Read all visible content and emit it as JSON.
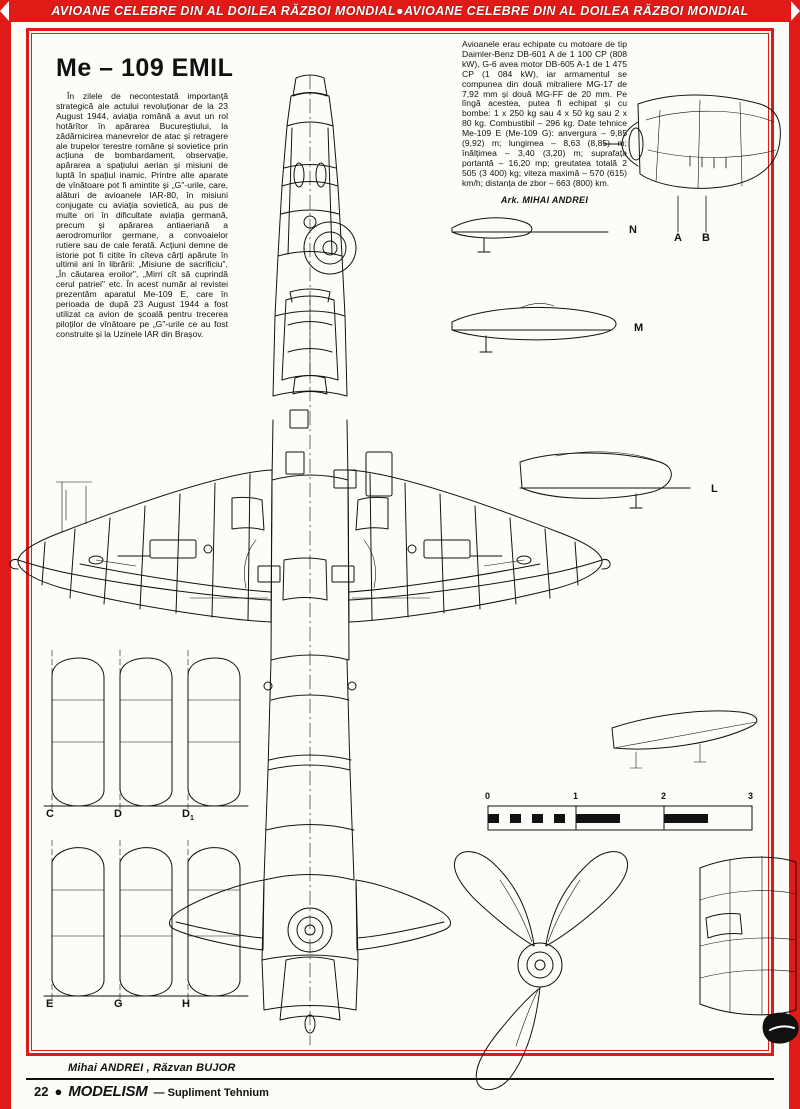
{
  "banner": {
    "text": "AVIOANE CELEBRE DIN AL DOILEA RĂZBOI MONDIAL●AVIOANE CELEBRE DIN AL DOILEA RĂZBOI MONDIAL",
    "color": "#e01b17"
  },
  "article": {
    "title": "Me – 109 EMIL",
    "left_column": "În zilele de necontestată importanță strategică ale actului revoluționar de la 23 August 1944, aviația română a avut un rol hotărîtor în apărarea Bucureștiului, la zădărnicirea manevrelor de atac și retragere ale trupelor terestre române și sovietice prin acțiuna de bombardament, observație, apărarea a spațiului aerian și misiuni de luptă în spațiul inamic. Printre alte aparate de vînătoare pot fi amintite și „G\"-urile, care, alături de avioanele IAR-80, în misiuni conjugate cu aviația sovietică, au pus de multe ori în dificultate aviația germană, precum și apărarea antiaeriană a aerodromurilor germane, a convoaielor rutiere sau de cale ferată. Acțiuni demne de istorie pot fi citite în cîteva cărți apărute în ultimii ani în librării: „Misiune de sacrificiu\", „În căutarea eroilor\", „Mirri cît să cuprindă cerul patriei\" etc. În acest număr al revistei prezentăm aparatul Me-109 E, care în perioada de după 23 August 1944 a fost utilizat ca avion de școală pentru trecerea piloților de vînătoare pe „G\"-urile ce au fost construite și la Uzinele IAR din Brașov.",
    "right_column": "Avioanele erau echipate cu motoare de tip Daimler-Benz DB-601 A de 1 100 CP (808 kW), G-6 avea motor DB-605 A-1 de 1 475 CP (1 084 kW), iar armamentul se compunea din două mitraliere MG-17 de 7,92 mm și două MG-FF de 20 mm. Pe lîngă acestea, putea fi echipat și cu bombe: 1 x 250 kg sau 4 x 50 kg sau 2 x 80 kg. Combustibil – 296 kg. Date tehnice Me-109 E (Me-109 G): anvergura – 9,85 (9,92) m; lungimea – 8,63 (8,85) m; înălțimea – 3,40 (3,20) m; suprafața portantă – 16,20 mp; greutatea totală 2 505 (3 400) kg; viteza maximă – 570 (615) km/h; distanța de zbor – 663 (800) km.",
    "right_credit": "Ark. MIHAI ANDREI"
  },
  "section_labels": {
    "n": "N",
    "m": "M",
    "l": "L",
    "a": "A",
    "b": "B",
    "c": "C",
    "d": "D",
    "d1_base": "D",
    "d1_sub": "1",
    "e": "E",
    "g": "G",
    "h": "H"
  },
  "scale": {
    "ticks": [
      "0",
      "1",
      "2",
      "3"
    ]
  },
  "authors": "Mihai ANDREI , Răzvan BUJOR",
  "footer": {
    "page": "22",
    "bullet": "●",
    "magazine": "MODELISM",
    "supplement": "— Supliment Tehnium"
  }
}
